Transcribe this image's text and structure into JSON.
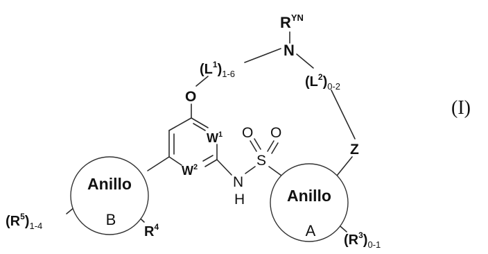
{
  "formula_label": "(I)",
  "atoms": {
    "ryn": {
      "main": "R",
      "sup": "YN"
    },
    "n_amine": "N",
    "l1": {
      "open": "(L",
      "sup": "1",
      "close": ")",
      "sub": "1-6"
    },
    "l2": {
      "open": "(L",
      "sup": "2",
      "close": ")",
      "sub": "0-2"
    },
    "o_ether": "O",
    "w1": {
      "main": "W",
      "sup": "1"
    },
    "w2": {
      "main": "W",
      "sup": "2"
    },
    "o_left": "O",
    "o_right": "O",
    "s": "S",
    "nh": {
      "n": "N",
      "h": "H"
    },
    "z": "Z"
  },
  "ring_b": {
    "name": "Anillo",
    "letter": "B"
  },
  "ring_a": {
    "name": "Anillo",
    "letter": "A"
  },
  "substituents": {
    "r5": {
      "open": "(R",
      "sup": "5",
      "close": ")",
      "sub": "1-4"
    },
    "r4": {
      "main": "R",
      "sup": "4"
    },
    "r3": {
      "open": "(R",
      "sup": "3",
      "close": ")",
      "sub": "0-1"
    }
  }
}
